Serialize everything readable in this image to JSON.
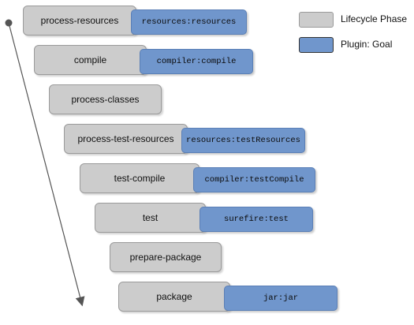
{
  "legend": {
    "phase_label": "Lifecycle Phase",
    "goal_label": "Plugin: Goal",
    "phase_color": "#cccccc",
    "goal_color": "#7096cc"
  },
  "phases": [
    {
      "name": "process-resources",
      "goal": "resources:resources"
    },
    {
      "name": "compile",
      "goal": "compiler:compile"
    },
    {
      "name": "process-classes",
      "goal": ""
    },
    {
      "name": "process-test-resources",
      "goal": "resources:testResources"
    },
    {
      "name": "test-compile",
      "goal": "compiler:testCompile"
    },
    {
      "name": "test",
      "goal": "surefire:test"
    },
    {
      "name": "prepare-package",
      "goal": ""
    },
    {
      "name": "package",
      "goal": "jar:jar"
    }
  ]
}
